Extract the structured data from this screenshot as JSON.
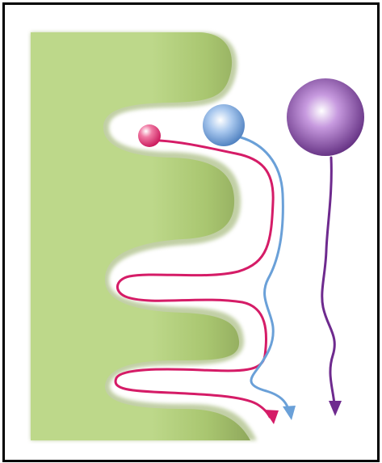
{
  "diagram": {
    "colors": {
      "frame": "#000000",
      "background": "#ffffff",
      "surface": "#bdd88a",
      "surface_shadow": "#8fa85c",
      "small_particle": "#e0306e",
      "small_path": "#d51c67",
      "medium_particle": "#6b9bd4",
      "medium_path": "#6aa0d8",
      "large_particle": "#6e2a8e",
      "large_path": "#6e2a8e"
    },
    "particles": [
      {
        "name": "small",
        "relative_size": 1
      },
      {
        "name": "medium",
        "relative_size": 2
      },
      {
        "name": "large",
        "relative_size": 4
      }
    ],
    "paths": [
      {
        "name": "small-particle-path",
        "arrow": true
      },
      {
        "name": "medium-particle-path",
        "arrow": true
      },
      {
        "name": "large-particle-path",
        "arrow": true
      }
    ]
  }
}
